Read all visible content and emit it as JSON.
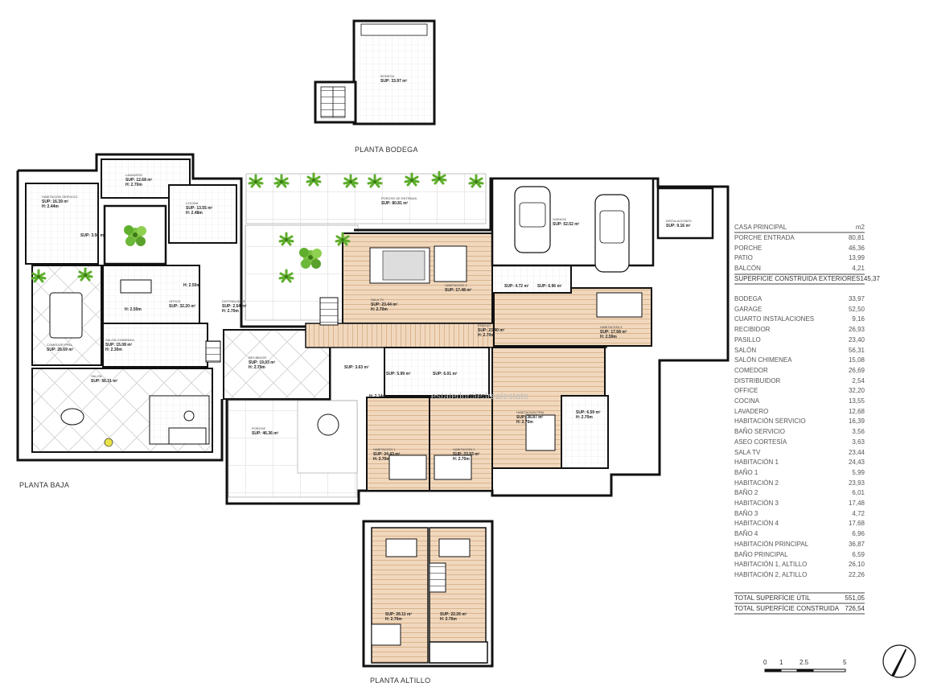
{
  "plan_labels": {
    "bodega": "PLANTA BODEGA",
    "baja": "PLANTA BAJA",
    "altillo": "PLANTA ALTILLO"
  },
  "watermark": "estatedunitedrealestate",
  "rooms": [
    {
      "name": "BODEGA",
      "sup": "SUP: 33.97 m²",
      "h": ""
    },
    {
      "name": "LAVADERO",
      "sup": "SUP: 12.68 m²",
      "h": "H: 2.70m"
    },
    {
      "name": "HABITACION SERVICIO",
      "sup": "SUP: 16.39 m²",
      "h": "H: 2.44m"
    },
    {
      "name": "COCINA",
      "sup": "SUP: 13.55 m²",
      "h": "H: 2.48m"
    },
    {
      "name": "",
      "sup": "SUP: 3.56 m²",
      "h": ""
    },
    {
      "name": "",
      "sup": "",
      "h": "H: 2.50m"
    },
    {
      "name": "",
      "sup": "",
      "h": "H: 2.50m"
    },
    {
      "name": "OFFICE",
      "sup": "SUP: 32.20 m²",
      "h": ""
    },
    {
      "name": "DISTRIBUIDOR",
      "sup": "SUP: 2.54 m²",
      "h": "H: 2.70m"
    },
    {
      "name": "COMEDOR PPAL",
      "sup": "SUP: 26.69 m²",
      "h": ""
    },
    {
      "name": "SALON CHIMENEA",
      "sup": "SUP: 15.08 m²",
      "h": "H: 2.30m"
    },
    {
      "name": "SALON",
      "sup": "SUP: 56.31 m²",
      "h": ""
    },
    {
      "name": "PORCHE DE ENTRADA",
      "sup": "SUP: 80.81 m²",
      "h": ""
    },
    {
      "name": "RECIBIDOR",
      "sup": "SUP: 19.03 m²",
      "h": "H: 2.70m"
    },
    {
      "name": "PORCHE",
      "sup": "SUP: 46.36 m²",
      "h": ""
    },
    {
      "name": "GARAGE",
      "sup": "SUP: 52.52 m²",
      "h": ""
    },
    {
      "name": "INSTALACIONES",
      "sup": "SUP: 9.16 m²",
      "h": ""
    },
    {
      "name": "HABITACION 3",
      "sup": "SUP: 17.48 m²",
      "h": ""
    },
    {
      "name": "SALA TV",
      "sup": "SUP: 23.44 m²",
      "h": "H: 2.70m"
    },
    {
      "name": "PASILLO",
      "sup": "SUP: 23.40 m²",
      "h": "H: 2.70m"
    },
    {
      "name": "",
      "sup": "SUP: 4.72 m²",
      "h": ""
    },
    {
      "name": "",
      "sup": "SUP: 6.96 m²",
      "h": ""
    },
    {
      "name": "HABITACION 4",
      "sup": "SUP: 17.68 m²",
      "h": "H: 2.59m"
    },
    {
      "name": "",
      "sup": "SUP: 3.63 m²",
      "h": ""
    },
    {
      "name": "",
      "sup": "SUP: 5.99 m²",
      "h": ""
    },
    {
      "name": "",
      "sup": "SUP: 6.01 m²",
      "h": ""
    },
    {
      "name": "",
      "sup": "",
      "h": "H: 2.14m"
    },
    {
      "name": "",
      "sup": "",
      "h": "H: 2.14m"
    },
    {
      "name": "HABITACION PPAL",
      "sup": "SUP: 36.87 m²",
      "h": "H: 2.70m"
    },
    {
      "name": "",
      "sup": "SUP: 6.59 m²",
      "h": "H: 2.70m"
    },
    {
      "name": "HABITACION 1",
      "sup": "SUP: 24.43 m²",
      "h": "H: 2.70m"
    },
    {
      "name": "HABITACION 2",
      "sup": "SUP: 23.93 m²",
      "h": "H: 2.70m"
    },
    {
      "name": "",
      "sup": "SUP: 26.11 m²",
      "h": "H: 2.70m"
    },
    {
      "name": "",
      "sup": "SUP: 22.26 m²",
      "h": "H: 2.70m"
    }
  ],
  "area_table": {
    "header": {
      "label": "CASA PRINCIPAL",
      "unit": "m2"
    },
    "exteriores": [
      {
        "label": "PORCHE ENTRADA",
        "value": "80,81"
      },
      {
        "label": "PORCHE",
        "value": "46,36"
      },
      {
        "label": "PATIO",
        "value": "13,99"
      },
      {
        "label": "BALCÓN",
        "value": "4,21"
      }
    ],
    "total_exteriores": {
      "label": "SUPERFICIE CONSTRUIDA EXTERIORES",
      "value": "145,37"
    },
    "interiores": [
      {
        "label": "BODEGA",
        "value": "33,97"
      },
      {
        "label": "GARAGE",
        "value": "52,50"
      },
      {
        "label": "CUARTO INSTALACIONES",
        "value": "9,16"
      },
      {
        "label": "RECIBIDOR",
        "value": "26,93"
      },
      {
        "label": "PASILLO",
        "value": "23,40"
      },
      {
        "label": "SALÓN",
        "value": "56,31"
      },
      {
        "label": "SALÓN CHIMENEA",
        "value": "15,08"
      },
      {
        "label": "COMEDOR",
        "value": "26,69"
      },
      {
        "label": "DISTRIBUIDOR",
        "value": "2,54"
      },
      {
        "label": "OFFICE",
        "value": "32,20"
      },
      {
        "label": "COCINA",
        "value": "13,55"
      },
      {
        "label": "LAVADERO",
        "value": "12,68"
      },
      {
        "label": "HABITACIÓN SERVICIO",
        "value": "16,39"
      },
      {
        "label": "BAÑO SERVICIO",
        "value": "3,56"
      },
      {
        "label": "ASEO CORTESÍA",
        "value": "3,63"
      },
      {
        "label": "SALA TV",
        "value": "23,44"
      },
      {
        "label": "HABITACIÓN 1",
        "value": "24,43"
      },
      {
        "label": "BAÑO 1",
        "value": "5,99"
      },
      {
        "label": "HABITACIÓN 2",
        "value": "23,93"
      },
      {
        "label": "BAÑO 2",
        "value": "6,01"
      },
      {
        "label": "HABITACIÓN 3",
        "value": "17,48"
      },
      {
        "label": "BAÑO 3",
        "value": "4,72"
      },
      {
        "label": "HABITACIÓN 4",
        "value": "17,68"
      },
      {
        "label": "BAÑO 4",
        "value": "6,96"
      },
      {
        "label": "HABITACIÓN PRINCIPAL",
        "value": "36,87"
      },
      {
        "label": "BAÑO PRINCIPAL",
        "value": "6,59"
      },
      {
        "label": "HABITACIÓN 1, ALTILLO",
        "value": "26,10"
      },
      {
        "label": "HABITACIÓN 2, ALTILLO",
        "value": "22,26"
      }
    ],
    "total_util": {
      "label": "TOTAL SUPERFÍCIE ÚTIL",
      "value": "551,05"
    },
    "total_construida": {
      "label": "TOTAL SUPERFÍCIE CONSTRUIDA",
      "value": "726,54"
    }
  },
  "scale": [
    "0",
    "1",
    "2.5",
    "5"
  ],
  "colors": {
    "wall": "#111111",
    "wood": "#f1d8bd",
    "wood_line": "#d9b48e",
    "tile": "#d6d6d6",
    "plant": "#7cc243",
    "accent_dot": "#e8e34a"
  }
}
